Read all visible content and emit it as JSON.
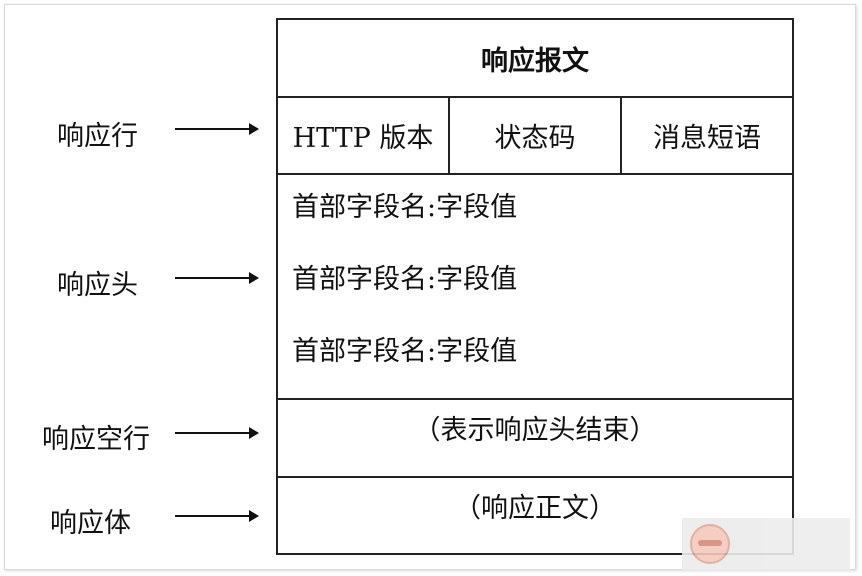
{
  "diagram": {
    "title": "响应报文",
    "status_line": {
      "version": "HTTP 版本",
      "code": "状态码",
      "phrase": "消息短语"
    },
    "headers": [
      "首部字段名:字段值",
      "首部字段名:字段值",
      "首部字段名:字段值"
    ],
    "blank_line": "（表示响应头结束）",
    "body": "（响应正文）"
  },
  "labels": {
    "status_line": "响应行",
    "headers": "响应头",
    "blank_line": "响应空行",
    "body": "响应体"
  }
}
